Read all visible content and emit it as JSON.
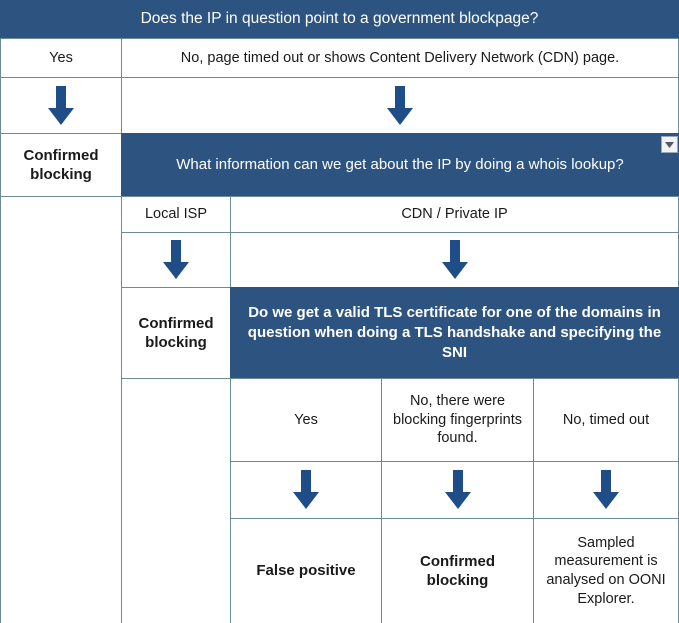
{
  "diagram": {
    "title": "OONI blockpage / IP blocking decision flowchart",
    "colors": {
      "banner_blue": "#2d5480",
      "arrow_blue": "#1f4d87",
      "grid_line": "#6d8b96",
      "background": "#ffffff",
      "text": "#1a1a1a",
      "banner_text": "#ffffff"
    },
    "icons": {
      "arrow": "down-arrow-icon",
      "dropdown": "dropdown-triangle-icon"
    }
  },
  "q1": {
    "question": "Does the IP in question point to a government blockpage?",
    "answer_yes": "Yes",
    "answer_no": "No, page timed out or shows Content Delivery Network (CDN) page.",
    "outcome_yes": "Confirmed blocking"
  },
  "q2": {
    "question": "What information can we get about the IP by doing a whois lookup?",
    "answer_local_isp": "Local ISP",
    "answer_cdn": "CDN / Private IP",
    "outcome_local_isp": "Confirmed blocking"
  },
  "q3": {
    "question": "Do we get a valid TLS certificate for one of the domains in question when doing a TLS handshake and specifying the SNI",
    "answer_yes": "Yes",
    "answer_fingerprints": "No, there were blocking fingerprints found.",
    "answer_timeout": "No, timed out",
    "outcome_yes": "False positive",
    "outcome_fingerprints": "Confirmed blocking",
    "outcome_timeout": "Sampled measurement is analysed on OONI Explorer."
  }
}
